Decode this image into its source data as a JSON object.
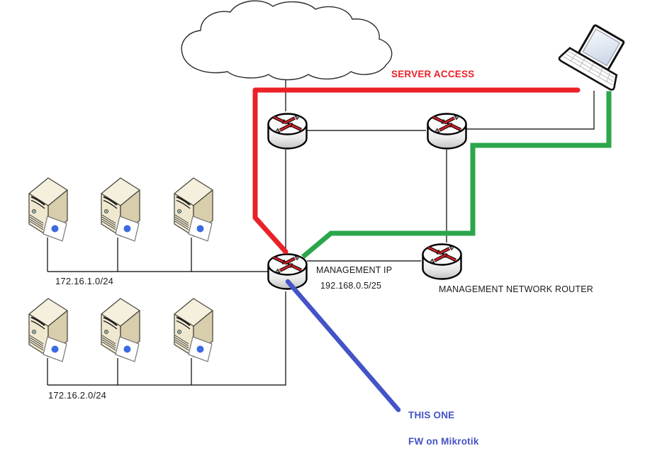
{
  "diagram": {
    "labels": {
      "server_access": "SERVER ACCESS",
      "management_ip_line1": "MANAGEMENT IP",
      "management_ip_line2": "192.168.0.5/25",
      "management_network_router": "MANAGEMENT NETWORK ROUTER",
      "subnet1": "172.16.1.0/24",
      "subnet2": "172.16.2.0/24",
      "this_one": "THIS ONE",
      "fw_on_mikrotik": "FW on Mikrotik"
    },
    "colors": {
      "server_access_path": "#ea2127",
      "management_access_path": "#2ba64b",
      "callout_path": "#4453c6",
      "connector_line": "#000000",
      "server_body": "#efe8cf",
      "background": "#ffffff"
    },
    "icons": {
      "cloud": "internet-cloud-icon",
      "routers": [
        "internet-router-left",
        "internet-router-right",
        "management-ip-router",
        "management-network-router"
      ],
      "server_count_subnet1": 3,
      "server_count_subnet2": 3,
      "laptop": "admin-laptop-icon"
    }
  }
}
